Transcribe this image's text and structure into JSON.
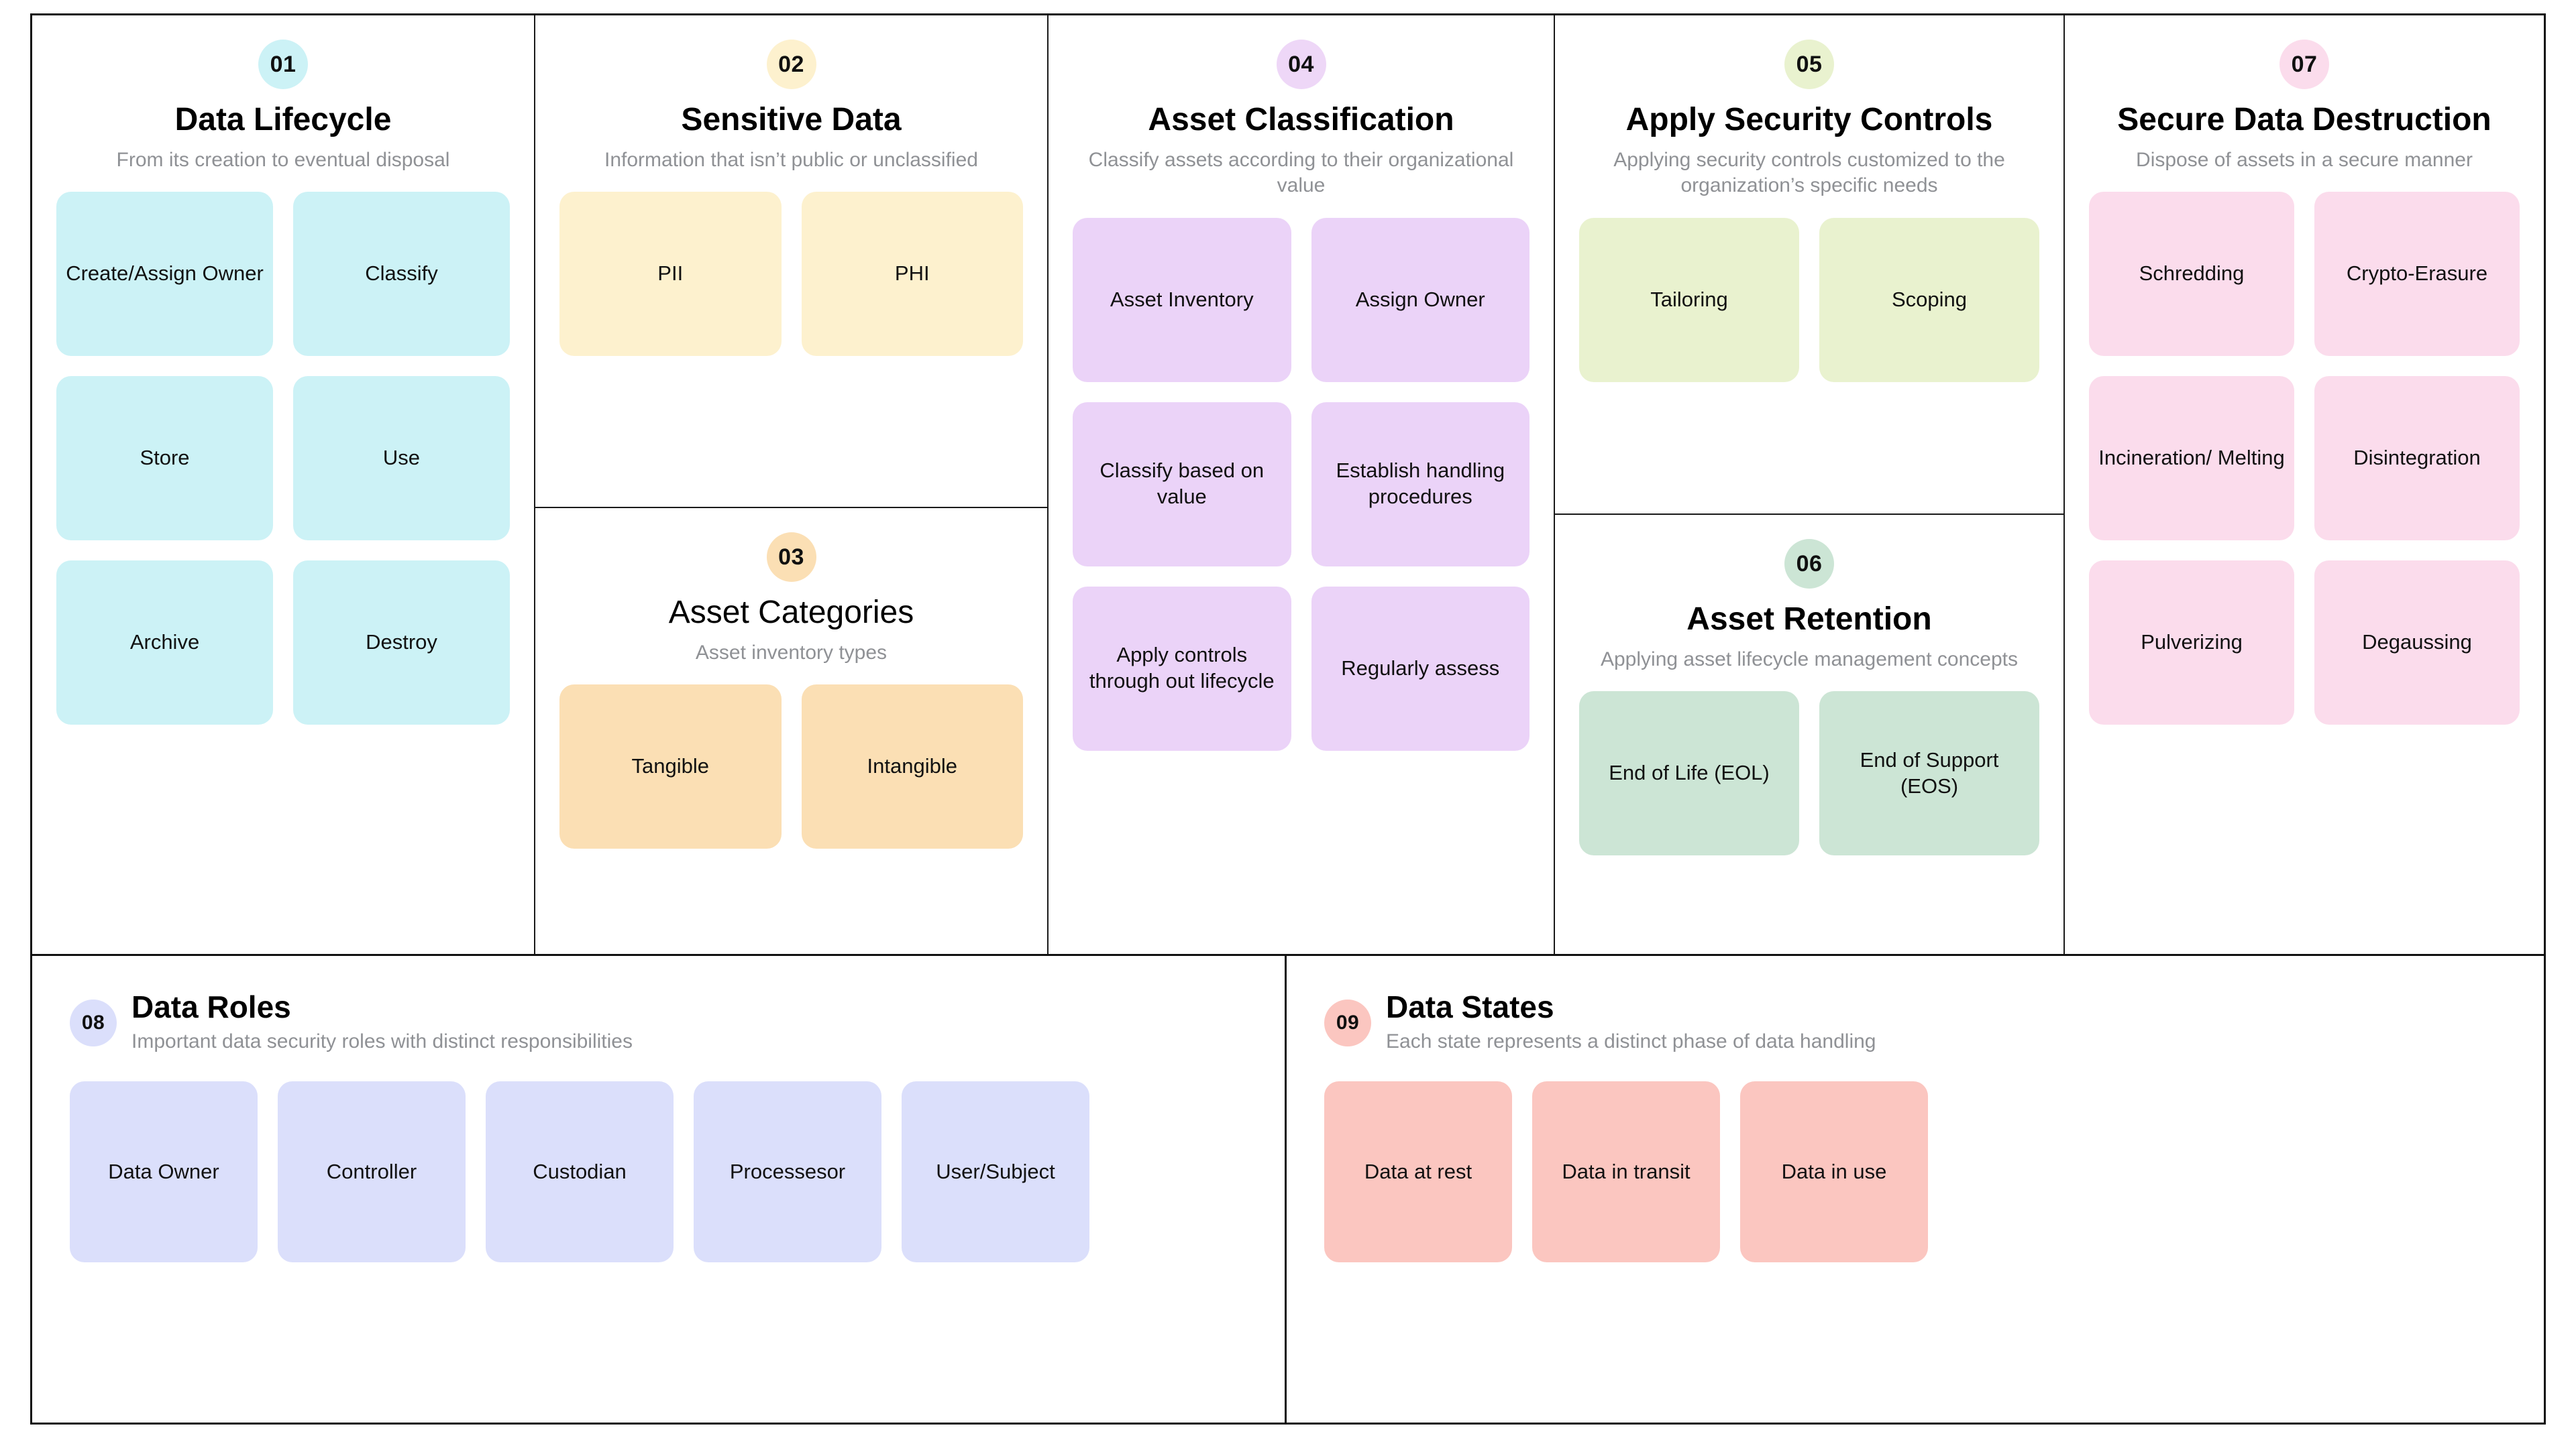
{
  "palette": {
    "cyan_tile": "#CCF2F6",
    "cyan_bubble": "#CCF2F6",
    "yellow_tile": "#FDF1CE",
    "yellow_bubble": "#FDF1CE",
    "peach_tile": "#FBDFB4",
    "peach_bubble": "#FBDFB4",
    "purple_tile": "#EBD3F8",
    "purple_bubble": "#EED7F7",
    "lime_tile": "#E9F2CF",
    "lime_bubble": "#E9F2CF",
    "mint_tile": "#CCE5D5",
    "mint_bubble": "#CCE5D5",
    "pink_tile": "#FBDCEC",
    "pink_bubble": "#FBDCEC",
    "periwinkle_tile": "#DBDFFB",
    "periwinkle_bubble": "#DBDFFB",
    "salmon_tile": "#FBC6C0",
    "salmon_bubble": "#FBC6C0",
    "border": "#111111",
    "title_text": "#000000",
    "sub_text": "#8F9195",
    "tile_text": "#111111"
  },
  "sections": [
    {
      "number": "01",
      "title": "Data Lifecycle",
      "subtitle": "From its creation to eventual disposal",
      "title_weight": "bold",
      "bubble_color": "#CCF2F6",
      "tile_color": "#CCF2F6",
      "items": [
        "Create/Assign Owner",
        "Classify",
        "Store",
        "Use",
        "Archive",
        "Destroy"
      ]
    },
    {
      "number": "02",
      "title": "Sensitive Data",
      "subtitle": "Information that isn’t public or unclassified",
      "title_weight": "bold",
      "bubble_color": "#FDF1CE",
      "tile_color": "#FDF1CE",
      "items": [
        "PII",
        "PHI"
      ]
    },
    {
      "number": "03",
      "title": "Asset Categories",
      "subtitle": "Asset inventory types",
      "title_weight": "normal",
      "bubble_color": "#FBDFB4",
      "tile_color": "#FBDFB4",
      "items": [
        "Tangible",
        "Intangible"
      ]
    },
    {
      "number": "04",
      "title": "Asset Classification",
      "subtitle": "Classify assets according to their organizational value",
      "title_weight": "bold",
      "bubble_color": "#EED7F7",
      "tile_color": "#EBD3F8",
      "items": [
        "Asset Inventory",
        "Assign Owner",
        "Classify based on value",
        "Establish handling procedures",
        "Apply controls through out lifecycle",
        "Regularly assess"
      ]
    },
    {
      "number": "05",
      "title": "Apply Security Controls",
      "subtitle": "Applying security controls customized to the organization’s specific needs",
      "title_weight": "bold",
      "bubble_color": "#E9F2CF",
      "tile_color": "#E9F2CF",
      "items": [
        "Tailoring",
        "Scoping"
      ]
    },
    {
      "number": "06",
      "title": "Asset Retention",
      "subtitle": "Applying asset lifecycle management concepts",
      "title_weight": "bold",
      "bubble_color": "#CCE5D5",
      "tile_color": "#CCE5D5",
      "items": [
        "End of Life (EOL)",
        "End of Support (EOS)"
      ]
    },
    {
      "number": "07",
      "title": "Secure Data Destruction",
      "subtitle": "Dispose of assets in a secure manner",
      "title_weight": "bold",
      "bubble_color": "#FBDCEC",
      "tile_color": "#FBDCEC",
      "items": [
        "Schredding",
        "Crypto-Erasure",
        "Incineration/ Melting",
        "Disintegration",
        "Pulverizing",
        "Degaussing"
      ]
    },
    {
      "number": "08",
      "title": "Data Roles",
      "subtitle": "Important data security roles with distinct responsibilities",
      "title_weight": "bold",
      "bubble_color": "#DBDFFB",
      "tile_color": "#DBDFFB",
      "items": [
        "Data Owner",
        "Controller",
        "Custodian",
        "Processesor",
        "User/Subject"
      ]
    },
    {
      "number": "09",
      "title": "Data States",
      "subtitle": "Each state represents a distinct phase of data handling",
      "title_weight": "bold",
      "bubble_color": "#FBC6C0",
      "tile_color": "#FBC6C0",
      "items": [
        "Data at rest",
        "Data in transit",
        "Data in use"
      ]
    }
  ]
}
